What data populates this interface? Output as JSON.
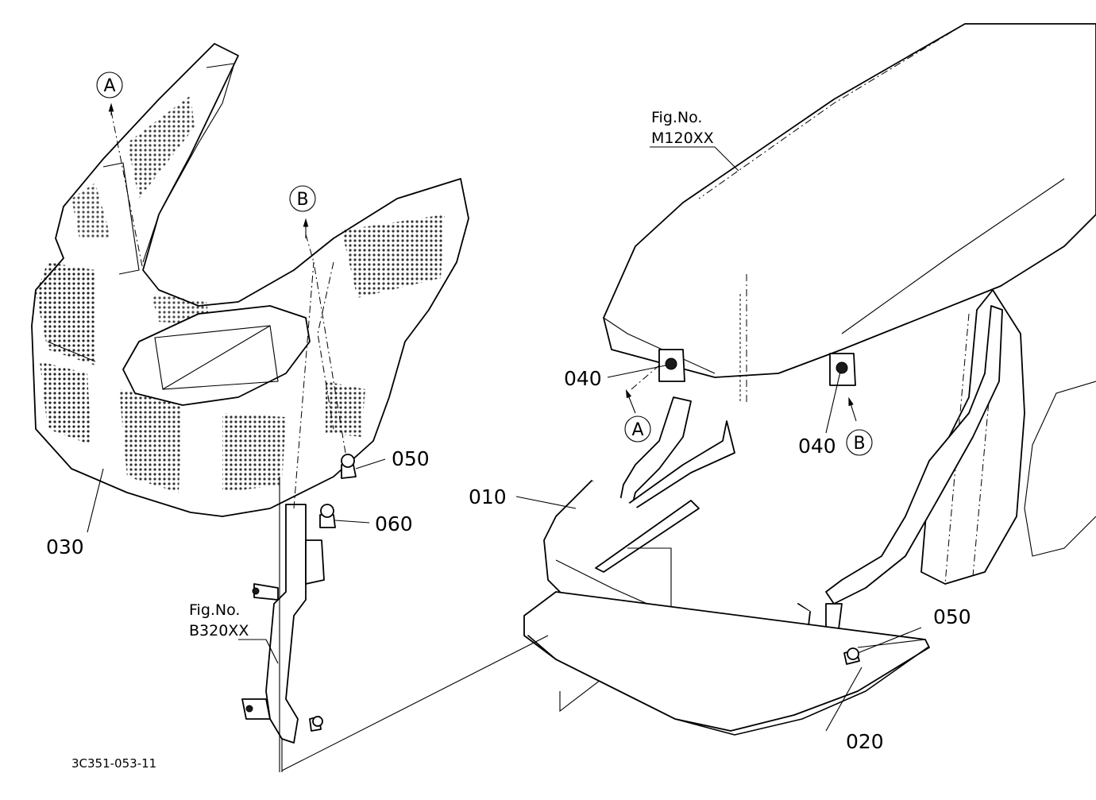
{
  "drawing_id": "3C351-053-11",
  "figure_refs": [
    {
      "label": "Fig.No.",
      "code": "M120XX"
    },
    {
      "label": "Fig.No.",
      "code": "B320XX"
    }
  ],
  "part_labels": {
    "p010": "010",
    "p020": "020",
    "p030": "030",
    "p040_left": "040",
    "p040_right": "040",
    "p050_left": "050",
    "p050_right": "050",
    "p060": "060"
  },
  "callouts": {
    "a_top": "A",
    "b_top": "B",
    "a_bottom": "A",
    "b_bottom": "B"
  },
  "colors": {
    "line": "#000000",
    "background": "#ffffff"
  }
}
